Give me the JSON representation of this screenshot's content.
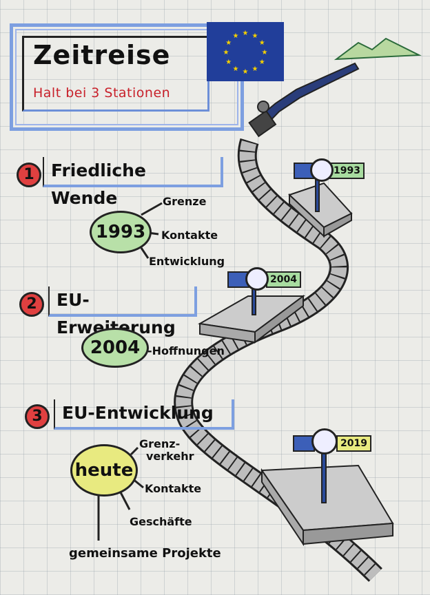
{
  "title": "Zeitreise",
  "subtitle": "Halt bei 3 Stationen",
  "colors": {
    "blue": "#7d9fe0",
    "red": "#e04040",
    "green": "#a8dca0",
    "yellow": "#e8ea80",
    "flag": "#213e9a",
    "stars": "#f5d000"
  },
  "sections": [
    {
      "number": "1",
      "heading": "Friedliche Wende",
      "bubble": "1993",
      "labels": [
        "Grenze",
        "Kontakte",
        "Entwicklung"
      ]
    },
    {
      "number": "2",
      "heading": "EU-Erweiterung",
      "bubble": "2004",
      "labels": [
        "Hoffnungen"
      ]
    },
    {
      "number": "3",
      "heading": "EU-Entwicklung",
      "bubble": "heute",
      "labels": [
        "Grenz-",
        "verkehr",
        "Kontakte",
        "Geschäfte",
        "gemeinsame Projekte"
      ]
    }
  ],
  "stations": [
    "1993",
    "2004",
    "2019"
  ]
}
